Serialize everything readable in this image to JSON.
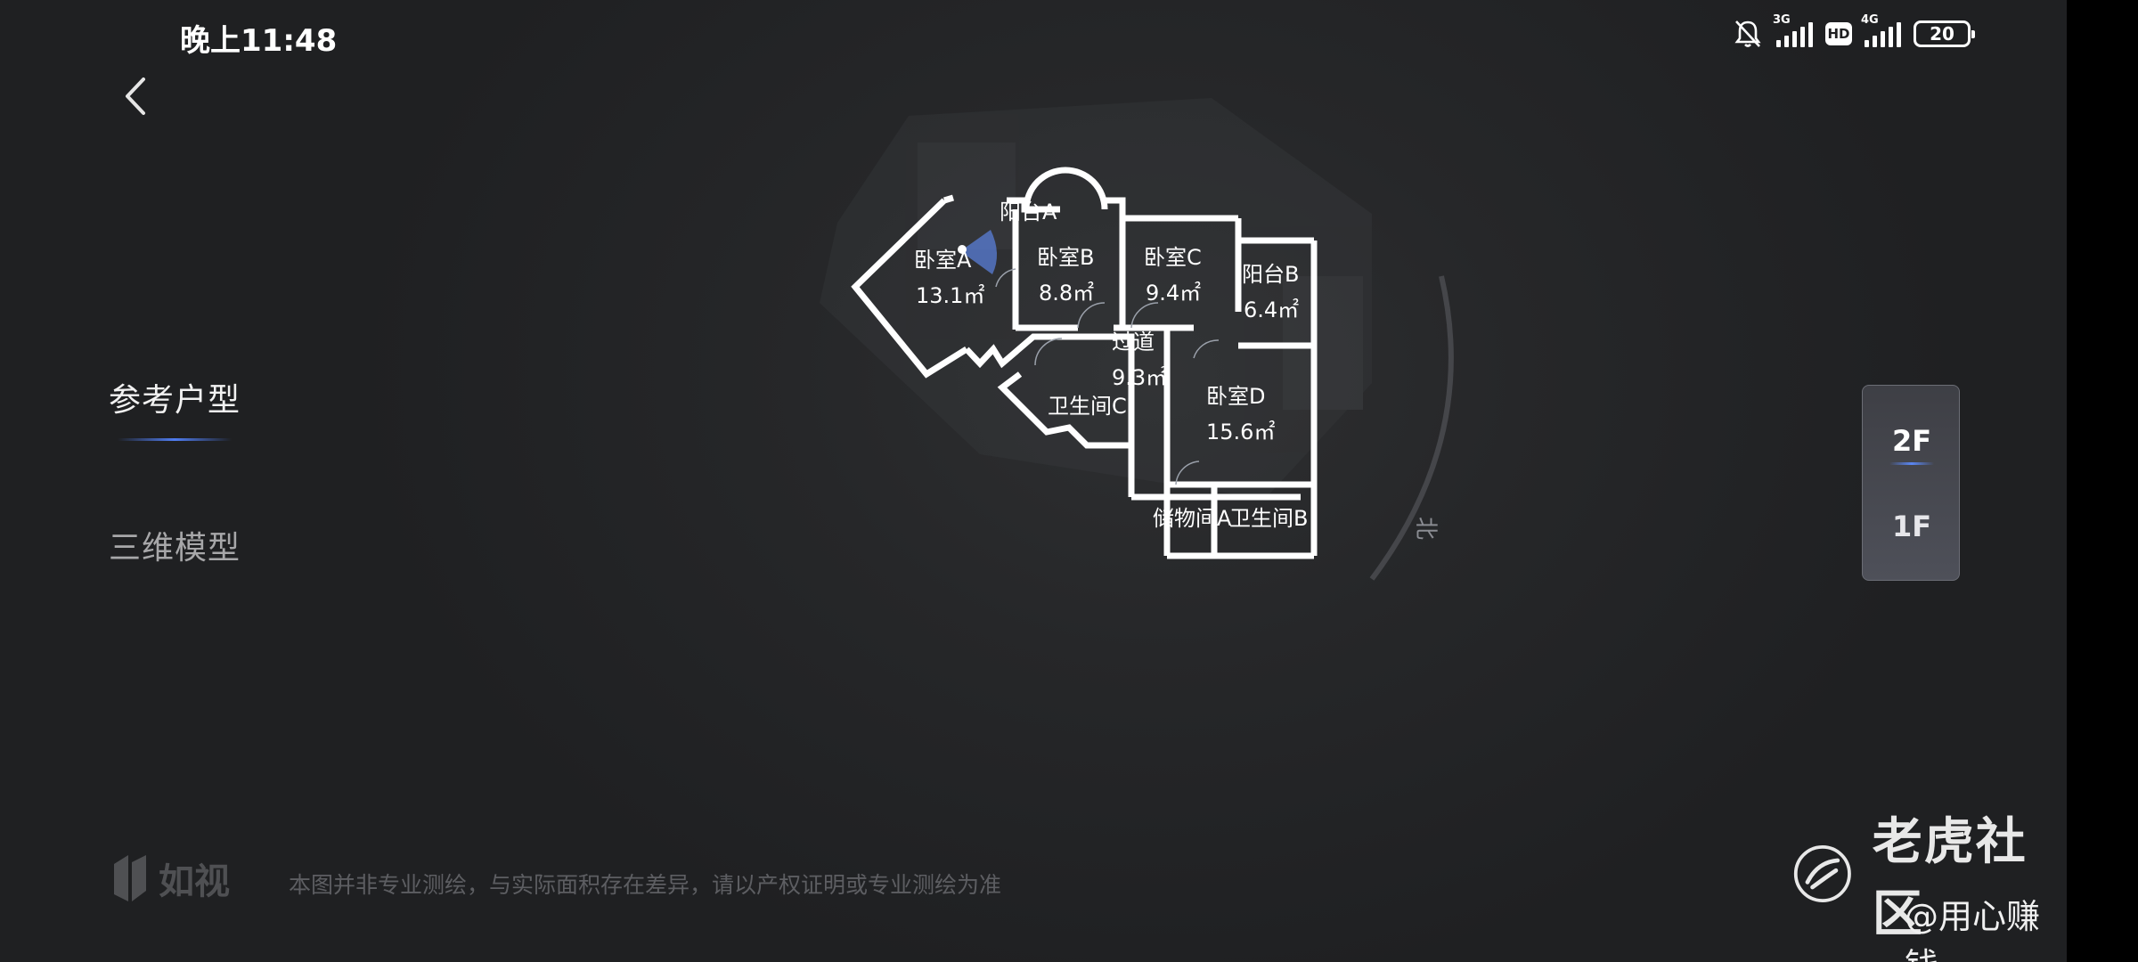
{
  "status_bar": {
    "time": "晚上11:48",
    "network_1": "3G",
    "hd_label": "HD",
    "network_2": "4G",
    "battery": "20"
  },
  "nav": {
    "back_icon": "chevron-left-icon",
    "tabs": [
      {
        "label": "参考户型",
        "active": true
      },
      {
        "label": "三维模型",
        "active": false
      }
    ]
  },
  "floor_switch": {
    "floors": [
      "2F",
      "1F"
    ],
    "active": "2F"
  },
  "floor_plan": {
    "north_label": "北",
    "rooms": [
      {
        "name": "卧室A",
        "area": "13.1㎡"
      },
      {
        "name": "卧室B",
        "area": "8.8㎡"
      },
      {
        "name": "卧室C",
        "area": "9.4㎡"
      },
      {
        "name": "阳台B",
        "area": "6.4㎡"
      },
      {
        "name": "阳台A"
      },
      {
        "name": "过道",
        "area": "9.3㎡"
      },
      {
        "name": "卫生间C"
      },
      {
        "name": "卧室D",
        "area": "15.6㎡"
      },
      {
        "name": "储物间A"
      },
      {
        "name": "卫生间B"
      }
    ]
  },
  "footer": {
    "logo_text": "如视",
    "disclaimer": "本图并非专业测绘，与实际面积存在差异，请以产权证明或专业测绘为准"
  },
  "watermark": {
    "brand": "老虎社区",
    "handle": "@用心赚钱"
  },
  "colors": {
    "background": "#262729",
    "accent": "#4f7cf0",
    "wall": "#ffffff"
  }
}
